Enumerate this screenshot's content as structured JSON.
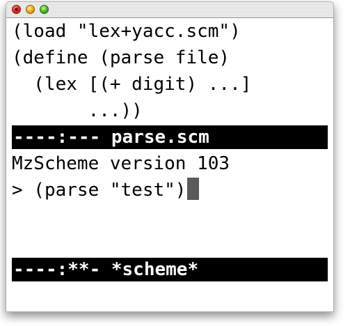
{
  "window": {
    "controls": {
      "close": "close-button",
      "minimize": "minimize-button",
      "zoom": "zoom-button"
    }
  },
  "editor": {
    "buffer_lines": [
      "(load \"lex+yacc.scm\")",
      "(define (parse file)",
      "  (lex [(+ digit) ...]",
      "       ...))"
    ],
    "modeline_top": "----:--- parse.scm",
    "repl_lines": [
      "MzScheme version 103",
      "> (parse \"test\")"
    ],
    "modeline_bottom": "----:**- *scheme*"
  },
  "colors": {
    "modeline_bg": "#000000",
    "modeline_fg": "#ffffff",
    "cursor": "#5a5a5a",
    "close": "#e0342c",
    "minimize": "#f0b127",
    "zoom": "#56b831"
  }
}
